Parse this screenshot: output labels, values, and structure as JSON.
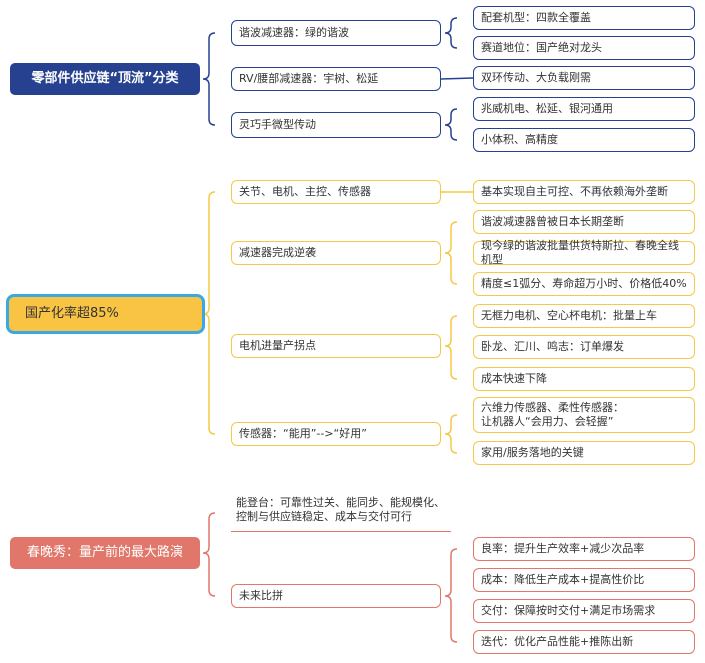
{
  "colors": {
    "navy": "#26418f",
    "yellow": "#f5c846",
    "coral": "#e0776a",
    "selection": "#39a9e6"
  },
  "sections": [
    {
      "title": "零部件供应链“顶流”分类",
      "branches": [
        {
          "label": "谐波减速器：绿的谐波",
          "leaves": [
            "配套机型：四款全覆盖",
            "赛道地位：国产绝对龙头"
          ]
        },
        {
          "label": "RV/腰部减速器：宇树、松延",
          "leaves": [
            "双环传动、大负载刚需"
          ]
        },
        {
          "label": "灵巧手微型传动",
          "leaves": [
            "兆威机电、松延、银河通用",
            "小体积、高精度"
          ]
        }
      ]
    },
    {
      "title": "国产化率超85%",
      "branches": [
        {
          "label": "关节、电机、主控、传感器",
          "leaves": [
            "基本实现自主可控、不再依赖海外垄断"
          ]
        },
        {
          "label": "减速器完成逆袭",
          "leaves": [
            "谐波减速器曾被日本长期垄断",
            "现今绿的谐波批量供货特斯拉、春晚全线机型",
            "精度≤1弧分、寿命超万小时、价格低40%"
          ]
        },
        {
          "label": "电机进量产拐点",
          "leaves": [
            "无框力电机、空心杯电机：批量上车",
            "卧龙、汇川、鸣志：订单爆发",
            "成本快速下降"
          ]
        },
        {
          "label": "传感器：“能用”-->“好用”",
          "leaves": [
            "六维力传感器、柔性传感器：\n让机器人“会用力、会轻握”",
            "家用/服务落地的关键"
          ]
        }
      ]
    },
    {
      "title": "春晚秀：量产前的最大路演",
      "branches": [
        {
          "label": "能登台：可靠性过关、能同步、能规模化、\n控制与供应链稳定、成本与交付可行",
          "leaves": []
        },
        {
          "label": "未来比拼",
          "leaves": [
            "良率：提升生产效率+减少次品率",
            "成本：降低生产成本+提高性价比",
            "交付：保障按时交付+满足市场需求",
            "迭代：优化产品性能+推陈出新"
          ]
        }
      ]
    }
  ]
}
